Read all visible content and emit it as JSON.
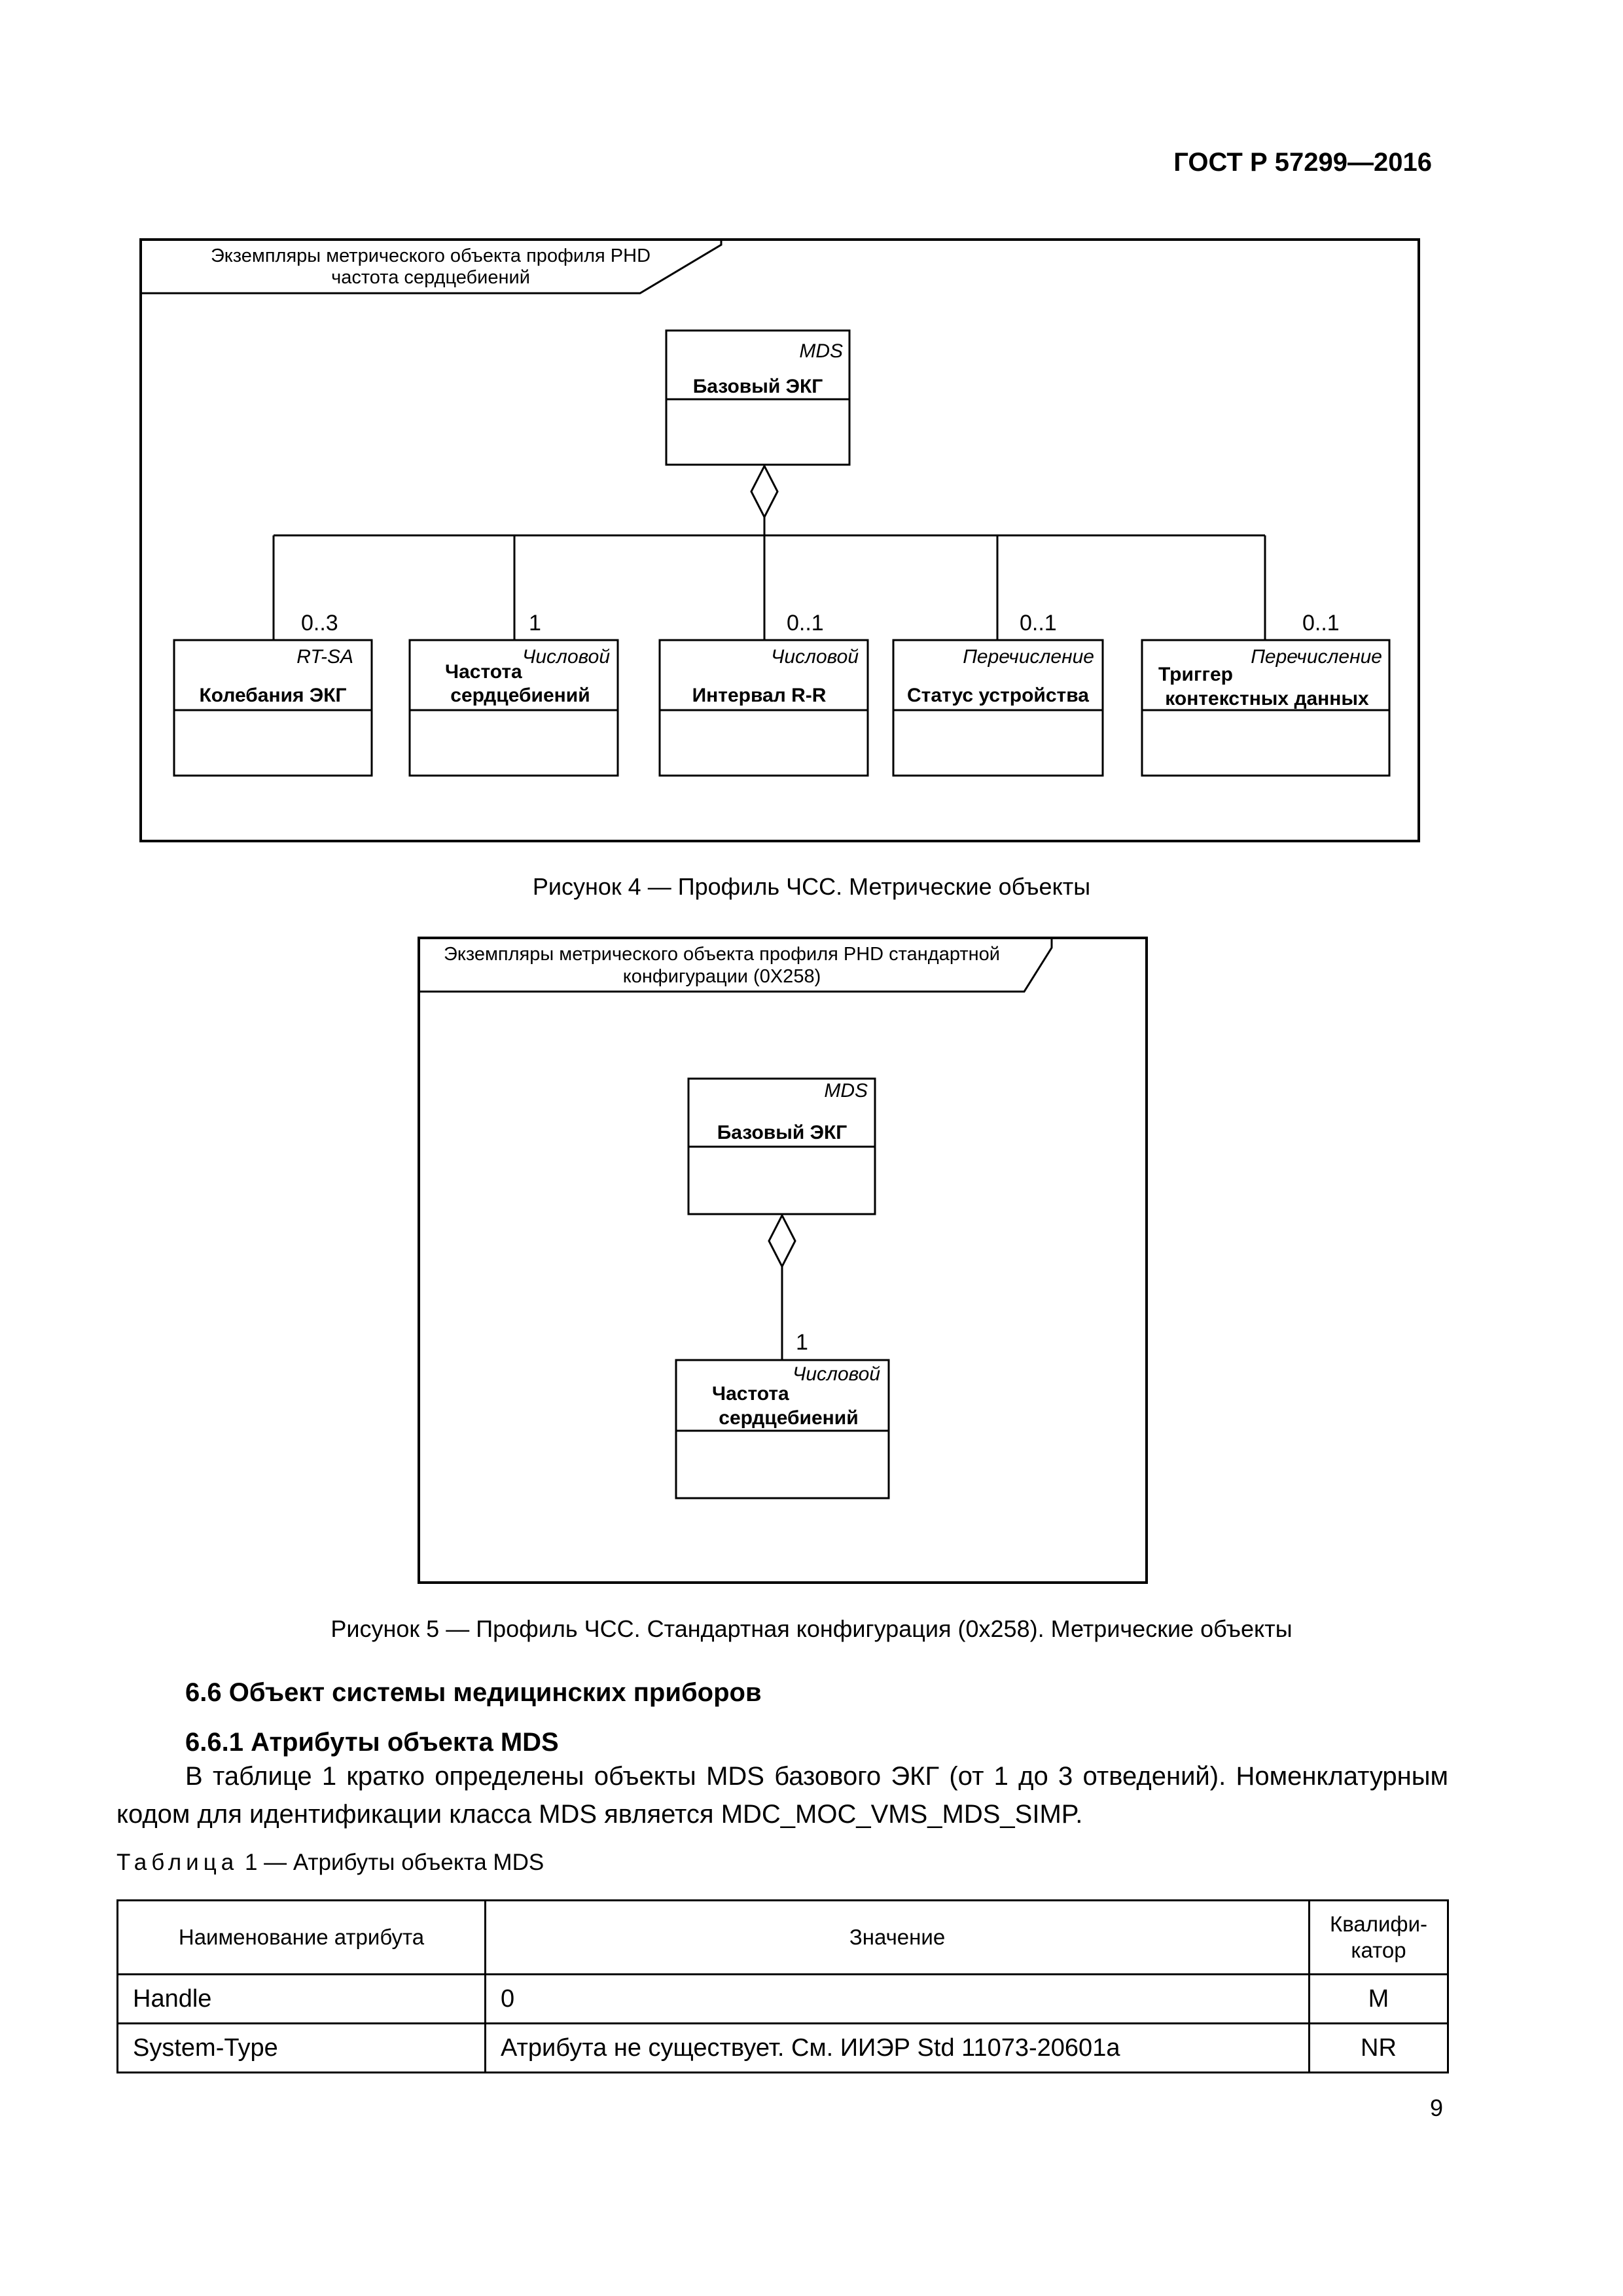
{
  "header": "ГОСТ Р 57299—2016",
  "figure4": {
    "frame_title_line1": "Экземпляры метрического объекта профиля PHD",
    "frame_title_line2": "частота  сердцебиений",
    "parent": {
      "stereotype": "MDS",
      "name": "Базовый ЭКГ"
    },
    "children": [
      {
        "stereotype": "RT-SA",
        "name1": "Колебания ЭКГ",
        "name2": "",
        "multiplicity": "0..3"
      },
      {
        "stereotype": "Числовой",
        "name1": "Частота",
        "name2": "сердцебиений",
        "multiplicity": "1"
      },
      {
        "stereotype": "Числовой",
        "name1": "Интервал R-R",
        "name2": "",
        "multiplicity": "0..1"
      },
      {
        "stereotype": "Перечисление",
        "name1": "Статус устройства",
        "name2": "",
        "multiplicity": "0..1"
      },
      {
        "stereotype": "Перечисление",
        "name1": "Триггер",
        "name2": "контекстных данных",
        "multiplicity": "0..1"
      }
    ],
    "caption": "Рисунок 4 — Профиль ЧСС. Метрические объекты"
  },
  "figure5": {
    "frame_title_line1": "Экземпляры метрического объекта профиля PHD  стандартной",
    "frame_title_line2": "конфигурации  (0X258)",
    "parent": {
      "stereotype": "MDS",
      "name": "Базовый ЭКГ"
    },
    "child": {
      "stereotype": "Числовой",
      "name1": "Частота",
      "name2": "сердцебиений",
      "multiplicity": "1"
    },
    "caption": "Рисунок 5 — Профиль ЧСС. Стандартная конфигурация (0x258). Метрические объекты"
  },
  "section_6_6": "6.6 Объект системы медицинских приборов",
  "section_6_6_1": "6.6.1 Атрибуты объекта MDS",
  "paragraph": "В таблице 1 кратко определены объекты MDS базового ЭКГ (от 1 до 3 отведений). Номенклатурным кодом для идентификации класса MDS является MDC_MOC_VMS_MDS_SIMP.",
  "table": {
    "title_word": "Таблица",
    "title_rest": "1 — Атрибуты объекта MDS",
    "headers": [
      "Наименование атрибута",
      "Значение",
      "Квалифи-катор"
    ],
    "rows": [
      [
        "Handle",
        "0",
        "M"
      ],
      [
        "System-Type",
        "Атрибута не существует. См. ИИЭР Std 11073-20601a",
        "NR"
      ]
    ]
  },
  "page_number": "9"
}
